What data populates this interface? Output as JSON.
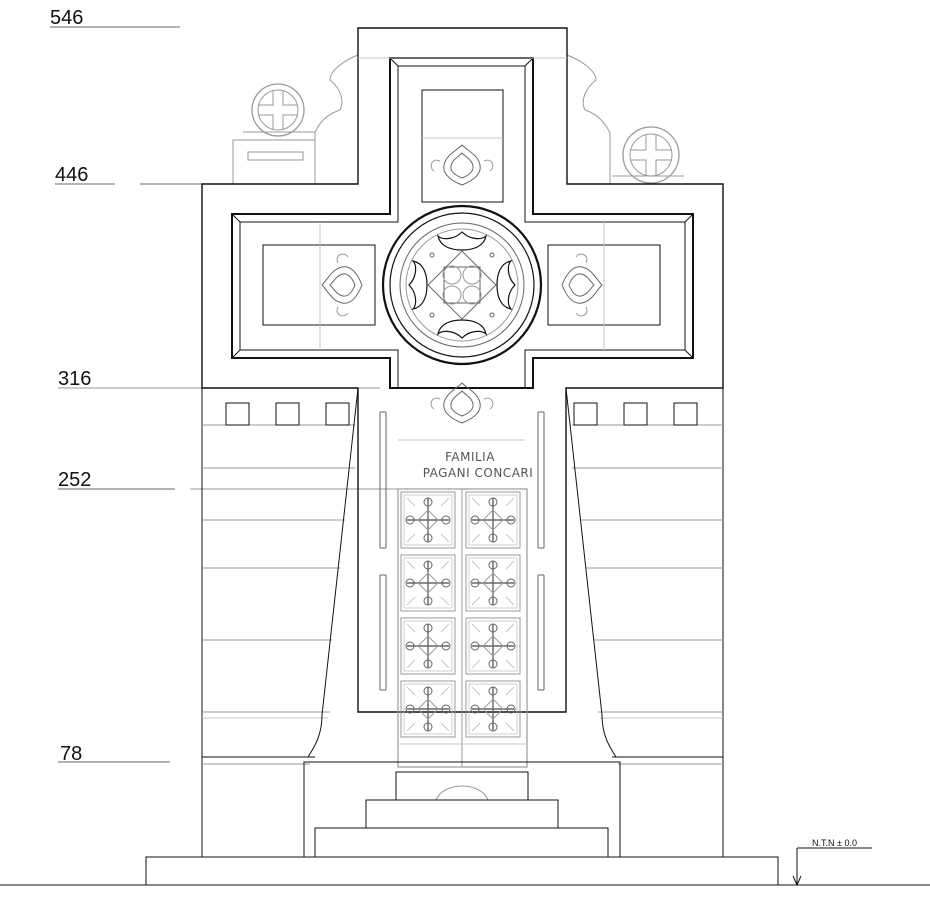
{
  "levels": [
    {
      "label": "546"
    },
    {
      "label": "446"
    },
    {
      "label": "316"
    },
    {
      "label": "252"
    },
    {
      "label": "78"
    }
  ],
  "inscription": {
    "line1": "FAMILIA",
    "line2": "PAGANI CONCARI"
  },
  "ground_level": "N.T.N ± 0.0",
  "colors": {
    "line": "#111111",
    "detail": "#666666",
    "light": "#9a9a9a",
    "background": "#ffffff"
  }
}
